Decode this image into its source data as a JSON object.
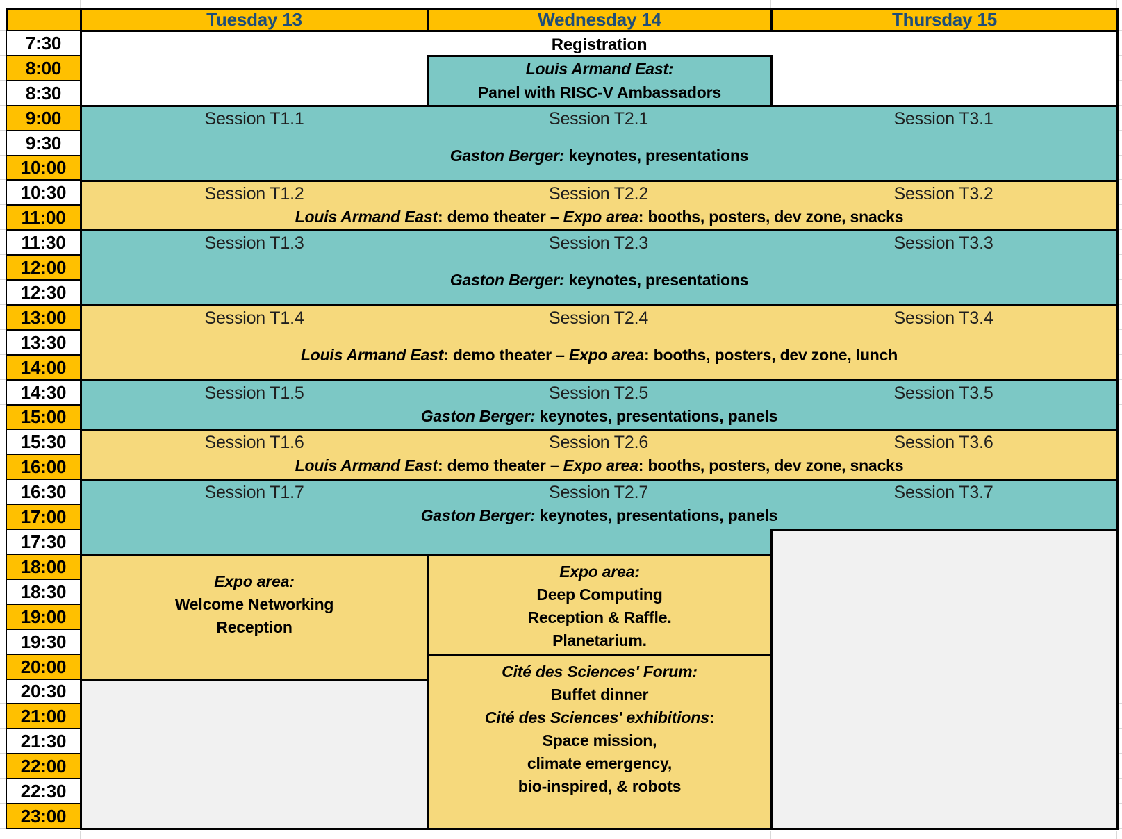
{
  "palette": {
    "header_bg": "#FFC000",
    "header_text": "#1F4E79",
    "teal": "#7CC8C5",
    "yellow": "#F6D97C",
    "gray": "#F1F1F1",
    "time_highlight": "#FFC000",
    "border": "#000000"
  },
  "header": {
    "days": [
      "Tuesday 13",
      "Wednesday 14",
      "Thursday 15"
    ]
  },
  "times": [
    "7:30",
    "8:00",
    "8:30",
    "9:00",
    "9:30",
    "10:00",
    "10:30",
    "11:00",
    "11:30",
    "12:00",
    "12:30",
    "13:00",
    "13:30",
    "14:00",
    "14:30",
    "15:00",
    "15:30",
    "16:00",
    "16:30",
    "17:00",
    "17:30",
    "18:00",
    "18:30",
    "19:00",
    "19:30",
    "20:00",
    "20:30",
    "21:00",
    "21:30",
    "22:00",
    "22:30",
    "23:00"
  ],
  "registration": {
    "label": "Registration"
  },
  "ambassador_panel": {
    "venue": "Louis Armand East:",
    "title": "Panel with RISC-V Ambassadors"
  },
  "keynote_blocks": [
    {
      "sessions": [
        "Session T1.1",
        "Session T2.1",
        "Session T3.1"
      ],
      "venue": "Gaston Berger:",
      "activities": " keynotes, presentations"
    },
    {
      "sessions": [
        "Session T1.3",
        "Session T2.3",
        "Session T3.3"
      ],
      "venue": "Gaston Berger:",
      "activities": " keynotes, presentations"
    },
    {
      "sessions": [
        "Session T1.5",
        "Session T2.5",
        "Session T3.5"
      ],
      "venue": "Gaston Berger:",
      "activities": " keynotes, presentations, panels"
    },
    {
      "sessions": [
        "Session T1.7",
        "Session T2.7",
        "Session T3.7"
      ],
      "venue": "Gaston Berger:",
      "activities": " keynotes, presentations, panels"
    }
  ],
  "expo_blocks": [
    {
      "sessions": [
        "Session T1.2",
        "Session T2.2",
        "Session T3.2"
      ],
      "venue1": "Louis Armand East",
      "mid": ": demo theater – ",
      "venue2": "Expo area",
      "details": ": booths, posters, dev zone, snacks"
    },
    {
      "sessions": [
        "Session T1.4",
        "Session T2.4",
        "Session T3.4"
      ],
      "venue1": "Louis Armand East",
      "mid": ": demo theater – ",
      "venue2": "Expo area",
      "details": ": booths, posters, dev zone, lunch"
    },
    {
      "sessions": [
        "Session T1.6",
        "Session T2.6",
        "Session T3.6"
      ],
      "venue1": "Louis Armand East",
      "mid": ": demo theater – ",
      "venue2": "Expo area",
      "details": ": booths, posters, dev zone, snacks"
    }
  ],
  "tuesday_evening": {
    "venue": "Expo area:",
    "lines": [
      "Welcome Networking",
      "Reception"
    ]
  },
  "wednesday_evening_expo": {
    "venue": "Expo area:",
    "lines": [
      "Deep Computing",
      "Reception & Raffle.",
      "Planetarium."
    ]
  },
  "wednesday_evening_cite": {
    "venue_forum": "Cité des Sciences' Forum:",
    "dinner": "Buffet dinner",
    "venue_exhibitions": "Cité des Sciences' exhibitions",
    "colon": ":",
    "exhibits": [
      "Space mission,",
      "climate emergency,",
      "bio-inspired, & robots"
    ]
  }
}
